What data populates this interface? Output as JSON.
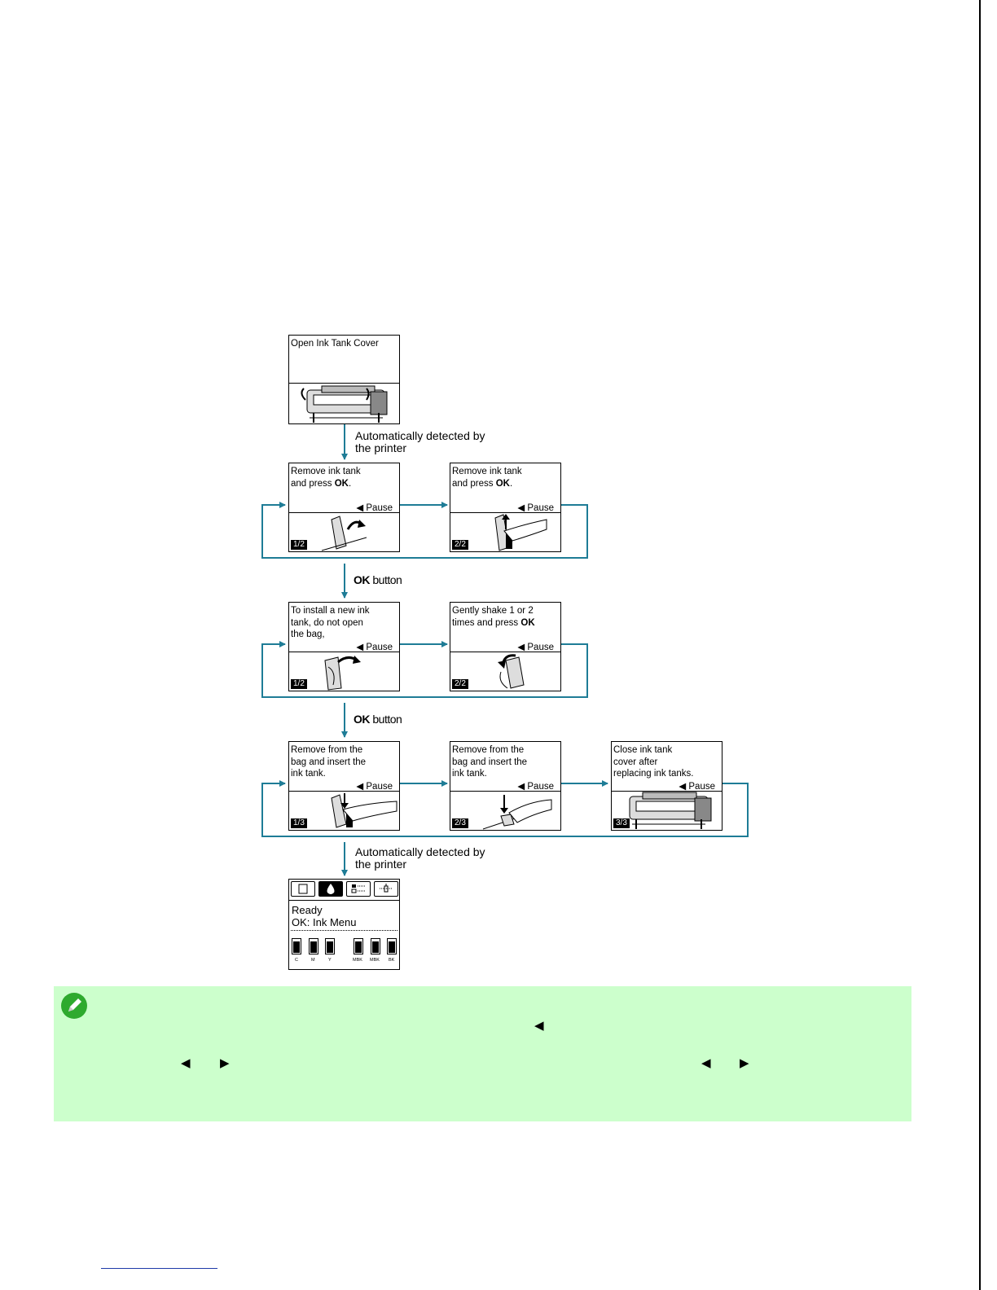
{
  "diagram": {
    "cards": {
      "open_cover": {
        "text": "Open Ink Tank Cover"
      },
      "remove_1": {
        "text_a": "Remove ink tank\nand press ",
        "text_b": "OK",
        "text_c": ".",
        "pause": "◀ Pause",
        "page": "1/2"
      },
      "remove_2": {
        "text_a": "Remove ink tank\nand press ",
        "text_b": "OK",
        "text_c": ".",
        "pause": "◀ Pause",
        "page": "2/2"
      },
      "install_1": {
        "text": "To install a new ink\ntank, do not open\nthe bag,",
        "pause": "◀ Pause",
        "page": "1/2"
      },
      "install_2": {
        "text_a": "Gently shake 1 or 2\ntimes and press ",
        "text_b": "OK",
        "pause": "◀ Pause",
        "page": "2/2"
      },
      "insert_1": {
        "text": "Remove from the\nbag and insert the\nink tank.",
        "pause": "◀ Pause",
        "page": "1/3"
      },
      "insert_2": {
        "text": "Remove from the\nbag and insert the\nink tank.",
        "pause": "◀ Pause",
        "page": "2/3"
      },
      "close_cover": {
        "text": "Close ink tank\ncover after\nreplacing ink tanks.",
        "pause": "◀ Pause",
        "page": "3/3"
      }
    },
    "labels": {
      "auto_detect_1": "Automatically detected by\nthe printer",
      "ok_button_1": {
        "bold": "OK",
        "rest": " button"
      },
      "ok_button_2": {
        "bold": "OK",
        "rest": " button"
      },
      "auto_detect_2": "Automatically detected by\nthe printer"
    },
    "final_screen": {
      "status": "Ready",
      "menu": "OK: Ink Menu",
      "ink_labels": [
        "C",
        "M",
        "Y",
        "MBK",
        "MBK",
        "BK"
      ]
    },
    "colors": {
      "arrow": "#1e7c96",
      "note_bg": "#ccffcc"
    }
  },
  "note": {
    "icon": "pencil-note-icon",
    "glyph_left": "◀",
    "glyph_right": "▶"
  }
}
